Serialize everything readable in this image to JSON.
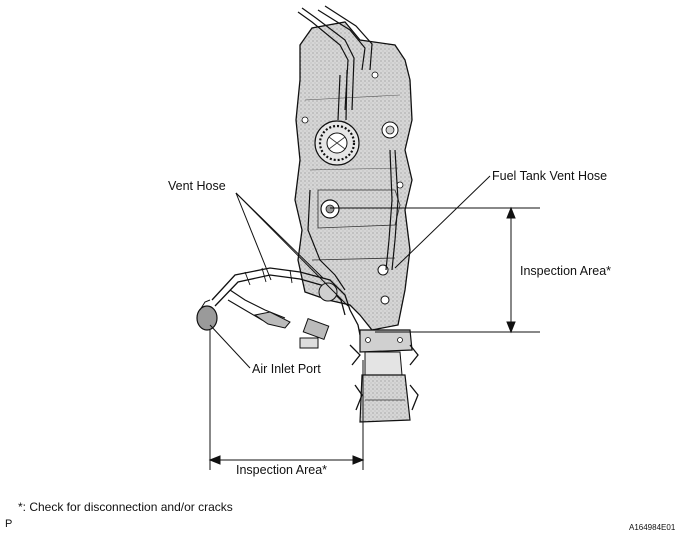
{
  "labels": {
    "vent_hose": "Vent Hose",
    "fuel_tank_vent_hose": "Fuel Tank Vent Hose",
    "inspection_area_right": "Inspection Area*",
    "air_inlet_port": "Air Inlet Port",
    "inspection_area_bottom": "Inspection Area*"
  },
  "footnote": "*: Check for disconnection and/or cracks",
  "corner_left": "P",
  "figure_id": "A164984E01",
  "colors": {
    "line": "#111111",
    "fill_light": "#cfcfcf",
    "fill_mid": "#9a9a9a"
  }
}
